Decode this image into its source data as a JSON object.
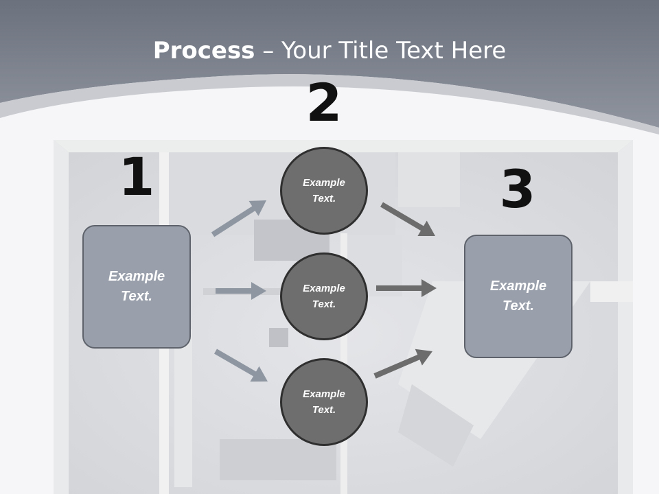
{
  "title": {
    "bold": "Process",
    "rest": " – Your Title Text Here"
  },
  "steps": [
    {
      "number": "1",
      "label": "Example\nText."
    },
    {
      "number": "2",
      "labels": [
        "Example\nText.",
        "Example\nText.",
        "Example\nText."
      ]
    },
    {
      "number": "3",
      "label": "Example\nText."
    }
  ],
  "colors": {
    "header": "#868b96",
    "box_fill": "#9aa0ab",
    "circle_fill": "#6e6e6e",
    "arrow_left": "#8e96a2",
    "arrow_right": "#6c6c6c"
  }
}
